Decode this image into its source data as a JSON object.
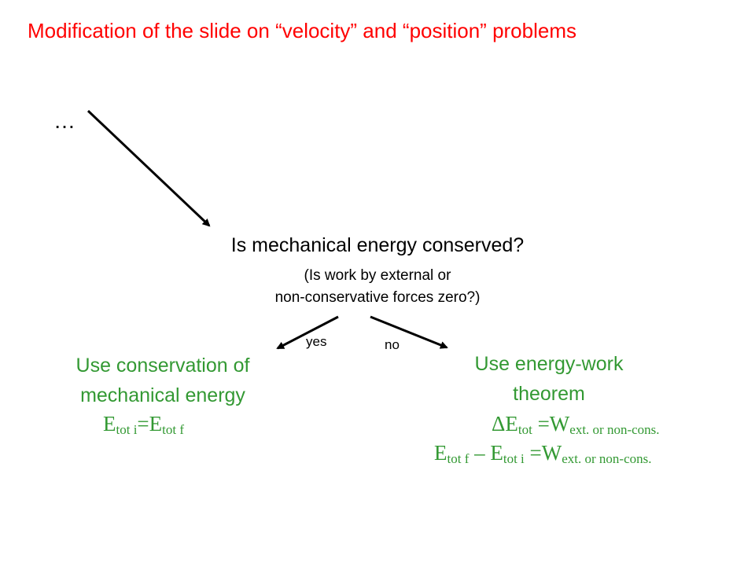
{
  "slide": {
    "title": "Modification of the slide on “velocity” and “position” problems",
    "ellipsis": "…",
    "question": {
      "main": "Is mechanical energy conserved?",
      "line1": "(Is work by external or",
      "line2": "non-conservative forces zero?)"
    },
    "branches": {
      "yes_label": "yes",
      "no_label": "no"
    },
    "left_action": {
      "line1": "Use conservation of",
      "line2": "mechanical energy",
      "eq": {
        "e1": "E",
        "s1": "tot i",
        "eqsign": "=E",
        "s2": "tot f"
      }
    },
    "right_action": {
      "line1": "Use energy-work",
      "line2": "theorem",
      "eq1": {
        "delta": "ΔE",
        "s1": "tot",
        "mid": " =W",
        "s2": "ext. or non-cons."
      },
      "eq2": {
        "e1": "E",
        "s1": "tot f",
        "minus": " – E",
        "s2": "tot i",
        "mid": " =W",
        "s3": "ext. or non-cons."
      }
    },
    "colors": {
      "title": "#ff0000",
      "action": "#339933",
      "text": "#000000"
    }
  }
}
